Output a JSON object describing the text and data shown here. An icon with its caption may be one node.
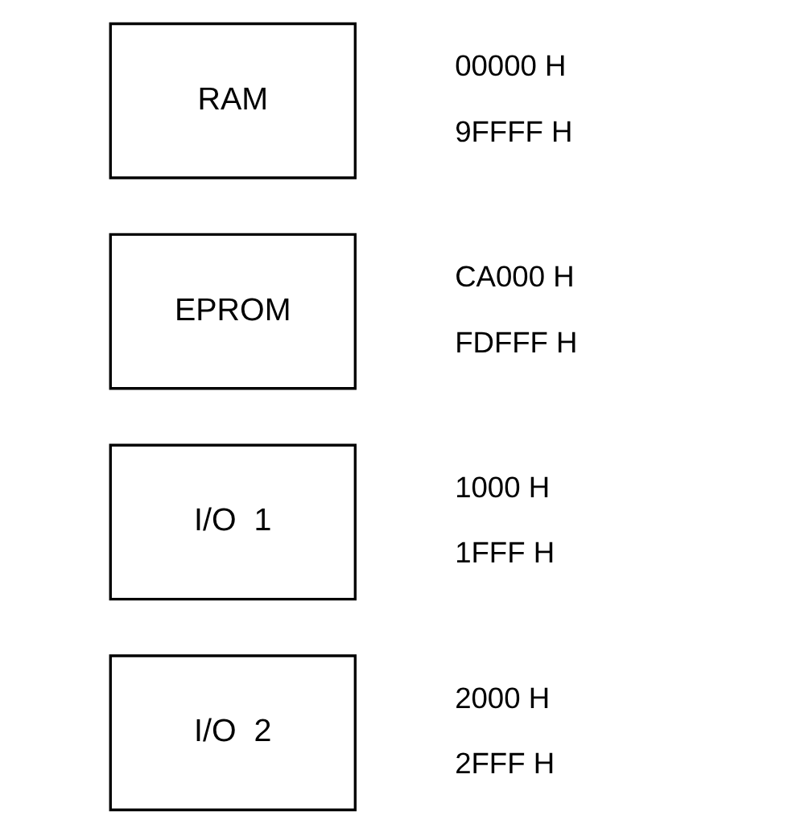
{
  "diagram": {
    "nodes": [
      {
        "text": [
          "RAM"
        ],
        "beside": [
          "00000 H",
          "9FFFF H"
        ]
      },
      {
        "text": [
          "EPROM"
        ],
        "beside": [
          "CA000 H",
          "FDFFF H"
        ]
      },
      {
        "text": [
          "I/O  1"
        ],
        "beside": [
          "1000 H",
          "1FFF H"
        ]
      },
      {
        "text": [
          "I/O  2"
        ],
        "beside": [
          "2000 H",
          "2FFF H"
        ]
      }
    ],
    "edges": []
  }
}
